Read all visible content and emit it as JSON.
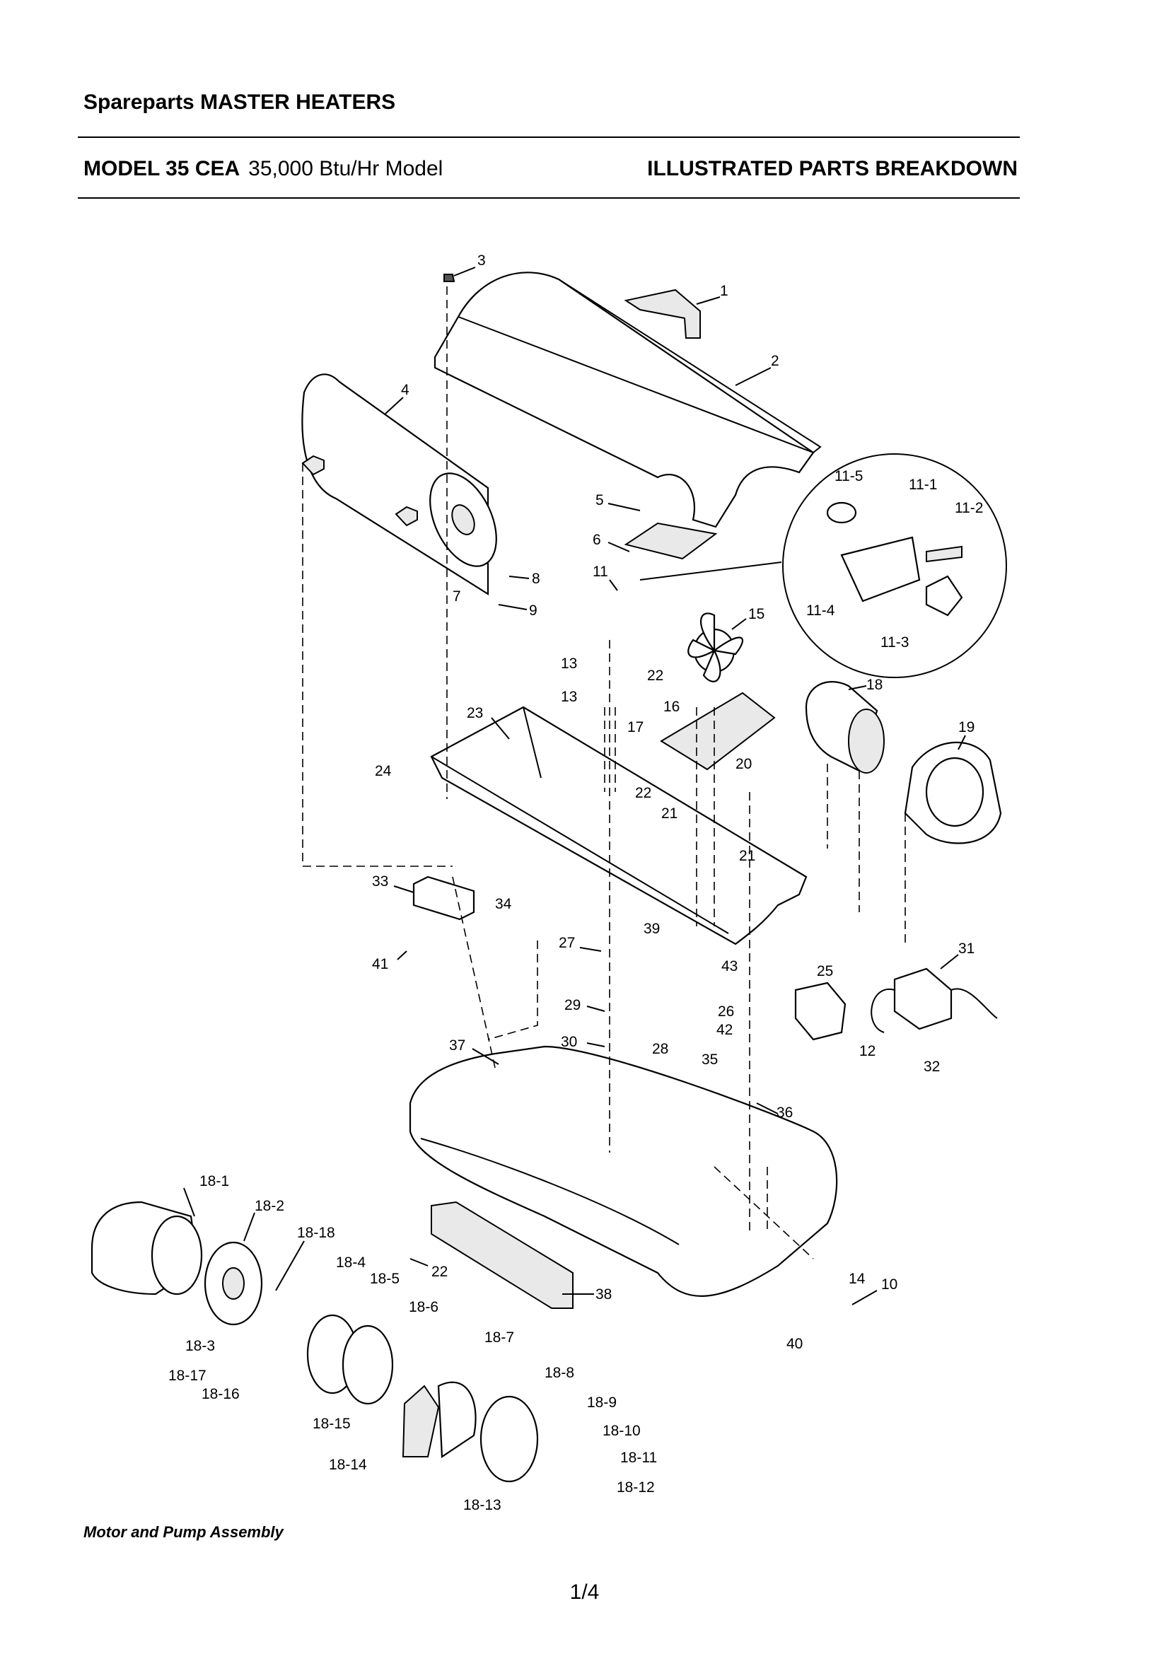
{
  "header": {
    "brand": "Spareparts MASTER HEATERS",
    "model": "MODEL 35 CEA",
    "model_desc": "35,000 Btu/Hr Model",
    "section_title": "ILLUSTRATED PARTS BREAKDOWN"
  },
  "callouts": {
    "c1": "1",
    "c2": "2",
    "c3": "3",
    "c4": "4",
    "c5": "5",
    "c6": "6",
    "c7": "7",
    "c8": "8",
    "c9": "9",
    "c10": "10",
    "c11": "11",
    "c11_1": "11-1",
    "c11_2": "11-2",
    "c11_3": "11-3",
    "c11_4": "11-4",
    "c11_5": "11-5",
    "c12": "12",
    "c13a": "13",
    "c13b": "13",
    "c14": "14",
    "c15": "15",
    "c16": "16",
    "c17": "17",
    "c18": "18",
    "c19": "19",
    "c20": "20",
    "c21a": "21",
    "c21b": "21",
    "c22a": "22",
    "c22b": "22",
    "c22c": "22",
    "c23": "23",
    "c24": "24",
    "c25": "25",
    "c26": "26",
    "c27": "27",
    "c28": "28",
    "c29": "29",
    "c30": "30",
    "c31": "31",
    "c32": "32",
    "c33": "33",
    "c34": "34",
    "c35": "35",
    "c36": "36",
    "c37": "37",
    "c38": "38",
    "c39": "39",
    "c40": "40",
    "c41": "41",
    "c42": "42",
    "c43": "43",
    "c18_1": "18-1",
    "c18_2": "18-2",
    "c18_3": "18-3",
    "c18_4": "18-4",
    "c18_5": "18-5",
    "c18_6": "18-6",
    "c18_7": "18-7",
    "c18_8": "18-8",
    "c18_9": "18-9",
    "c18_10": "18-10",
    "c18_11": "18-11",
    "c18_12": "18-12",
    "c18_13": "18-13",
    "c18_14": "18-14",
    "c18_15": "18-15",
    "c18_16": "18-16",
    "c18_17": "18-17",
    "c18_18": "18-18"
  },
  "caption": "Motor and Pump Assembly",
  "page_number": "1/4"
}
